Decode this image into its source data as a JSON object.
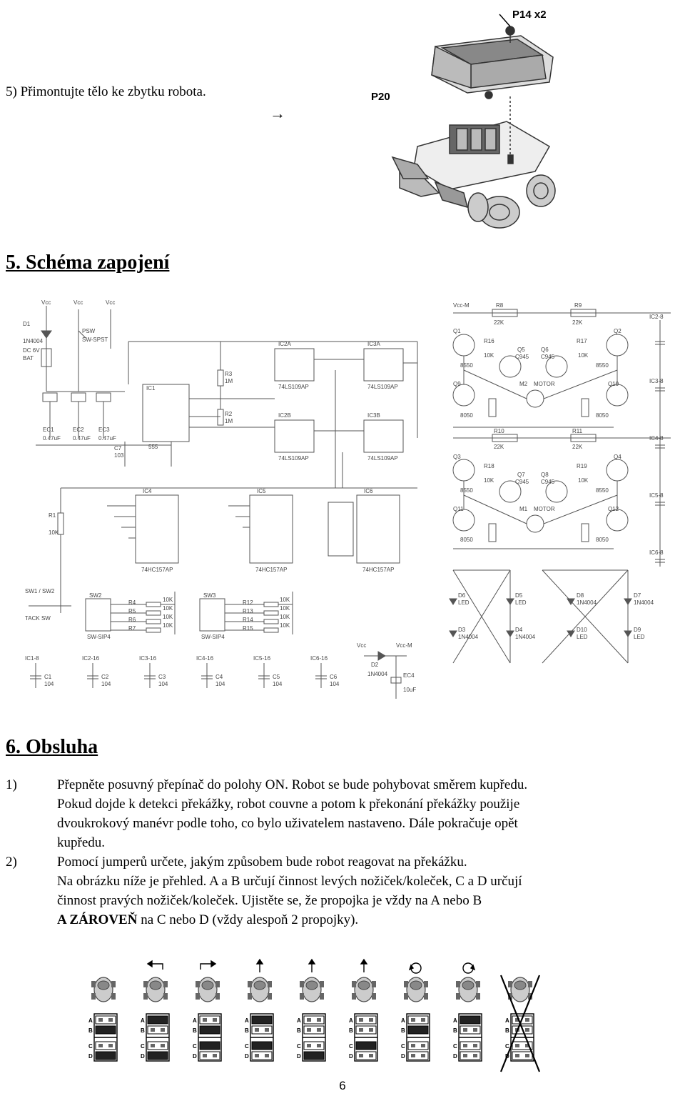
{
  "step5": {
    "text": "5) Přimontujte tělo ke zbytku robota.",
    "arrow": "→",
    "labels": {
      "top": "P14 x2",
      "left": "P20"
    }
  },
  "section5": {
    "title": "5. Schéma zapojení"
  },
  "schematic": {
    "left": {
      "labels": [
        "D1",
        "1N4004",
        "DC 6V",
        "BAT",
        "PSW",
        "SW-SPST",
        "IC1",
        "555",
        "C7",
        "103",
        "R3",
        "1M",
        "R2",
        "1M",
        "EC1",
        "EC2",
        "EC3",
        "0.47uF",
        "0.47uF",
        "0.47uF",
        "IC2A",
        "IC3A",
        "IC2B",
        "IC3B",
        "74LS109AP",
        "74LS109AP",
        "74LS109AP",
        "74LS109AP",
        "IC4",
        "IC5",
        "IC6",
        "74HC157AP",
        "74HC157AP",
        "74HC157AP",
        "R1",
        "10K",
        "SW1 / SW2",
        "TACK SW",
        "SW2",
        "SW3",
        "SW-SIP4",
        "SW-SIP4",
        "R4",
        "R5",
        "R6",
        "R7",
        "R12",
        "R13",
        "R14",
        "R15",
        "10K",
        "10K",
        "10K",
        "10K",
        "10K",
        "10K",
        "10K",
        "10K",
        "IC1-8",
        "IC2-16",
        "IC3-16",
        "IC4-16",
        "IC5-16",
        "IC6-16",
        "C1",
        "C2",
        "C3",
        "C4",
        "C5",
        "C6",
        "104",
        "104",
        "104",
        "104",
        "104",
        "104",
        "Vcc",
        "Vcc-M",
        "D2",
        "1N4004",
        "EC4",
        "10uF",
        "Vcc",
        "Vcc",
        "Vcc"
      ]
    },
    "right": {
      "labels": [
        "R8",
        "22K",
        "R9",
        "22K",
        "Q1",
        "Q2",
        "R16",
        "10K",
        "R17",
        "10K",
        "Q5",
        "Q6",
        "C945",
        "C945",
        "8550",
        "8550",
        "M2",
        "MOTOR",
        "Q9",
        "Q10",
        "8050",
        "8050",
        "R10",
        "22K",
        "R11",
        "22K",
        "Q3",
        "Q4",
        "R18",
        "10K",
        "R19",
        "10K",
        "Q7",
        "Q8",
        "C945",
        "C945",
        "8550",
        "8550",
        "M1",
        "MOTOR",
        "Q11",
        "Q12",
        "8050",
        "8050",
        "IC2-8",
        "IC3-8",
        "IC4-8",
        "IC5-8",
        "IC6-8",
        "D6",
        "D5",
        "D8",
        "D7",
        "LED",
        "LED",
        "1N4004",
        "1N4004",
        "D3",
        "D4",
        "D10",
        "D9",
        "1N4004",
        "1N4004",
        "LED",
        "LED",
        "Vcc-M"
      ]
    }
  },
  "section6": {
    "title": "6. Obsluha"
  },
  "instructions": [
    {
      "num": "1)",
      "lines": [
        "Přepněte posuvný přepínač do polohy ON. Robot se bude pohybovat směrem kupředu.",
        "Pokud dojde k detekci překážky, robot couvne a potom k překonání překážky použije",
        "dvoukrokový manévr podle toho, co bylo uživatelem nastaveno. Dále pokračuje opět",
        "kupředu."
      ]
    },
    {
      "num": "2)",
      "lines": [
        "Pomocí jumperů určete, jakým způsobem bude robot reagovat na překážku.",
        "Na obrázku níže je přehled. A a B určují činnost levých nožiček/koleček, C a D určují",
        "činnost pravých nožiček/koleček. Ujistěte se, že propojka je vždy na A nebo B"
      ],
      "last_bold": "A ZÁROVEŇ",
      "last_rest": " na C nebo D (vždy alespoň 2 propojky)."
    }
  ],
  "jumpers": {
    "row_labels": [
      "A",
      "B",
      "C",
      "D"
    ],
    "items": [
      {
        "ab": "A",
        "cd": "C",
        "arrow": "none"
      },
      {
        "ab": "B",
        "cd": "C",
        "arrow": "left"
      },
      {
        "ab": "A",
        "cd": "D",
        "arrow": "right"
      },
      {
        "ab": "B",
        "cd": "D",
        "arrow": "up"
      },
      {
        "ab": "AB",
        "cd": "C",
        "arrow": "up"
      },
      {
        "ab": "AB",
        "cd": "D",
        "arrow": "up"
      },
      {
        "ab": "A",
        "cd": "CD",
        "arrow": "rotate-ccw"
      },
      {
        "ab": "B",
        "cd": "CD",
        "arrow": "rotate-cw"
      },
      {
        "ab": "AB",
        "cd": "CD",
        "arrow": "crossed"
      }
    ]
  },
  "page_number": "6"
}
